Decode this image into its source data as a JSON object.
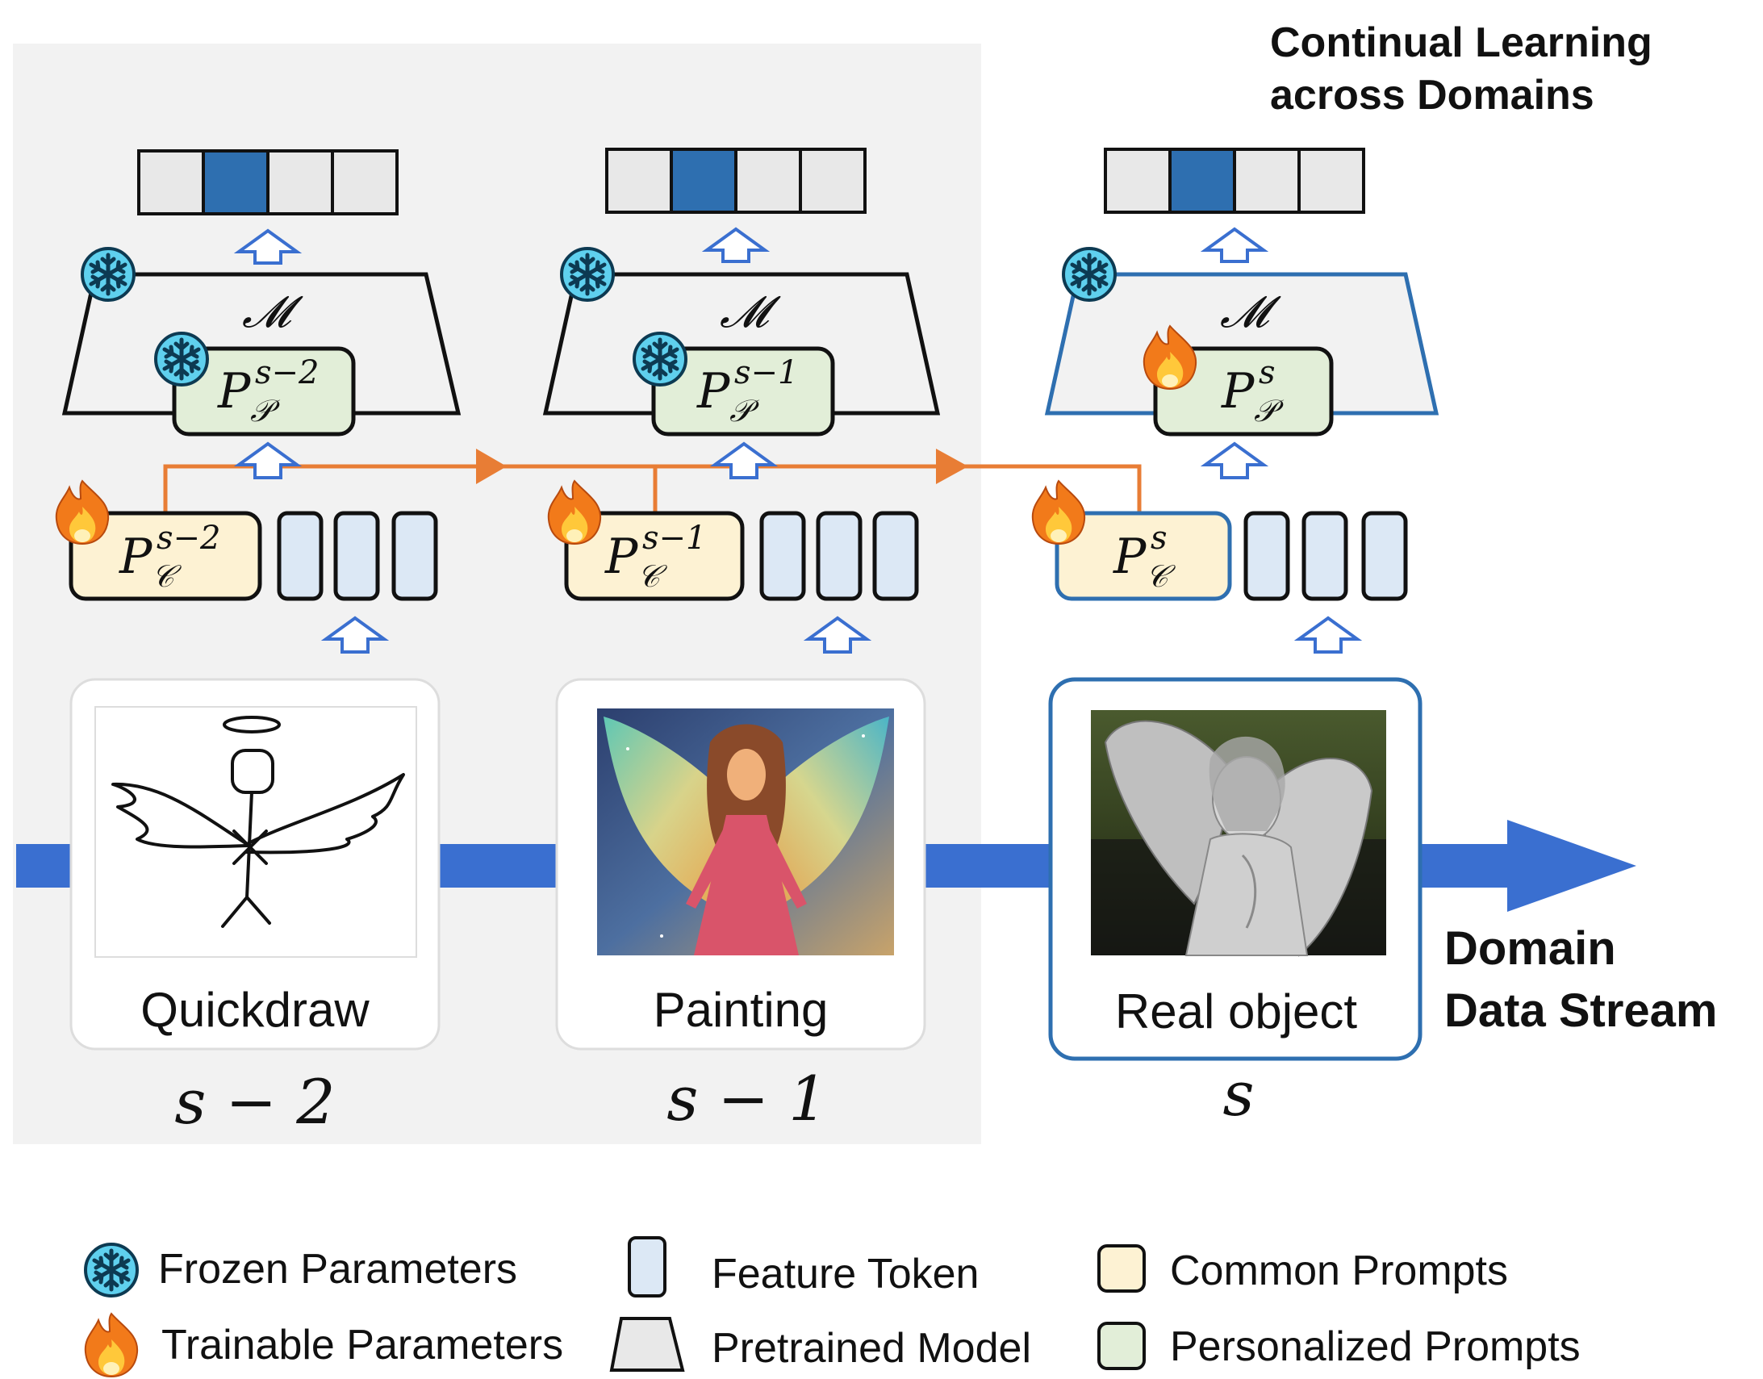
{
  "header": {
    "title_line1": "Continual Learning",
    "title_line2": "across Domains"
  },
  "stream": {
    "label_line1": "Domain",
    "label_line2": "Data Stream"
  },
  "model_symbol": "𝓜",
  "stages": [
    {
      "caption": "Quickdraw",
      "step": "s − 2",
      "common_prompt": "P",
      "common_sup": "s−2",
      "personal_prompt": "P",
      "personal_sup": "s−2",
      "personal_state": "frozen",
      "common_state": "trainable"
    },
    {
      "caption": "Painting",
      "step": "s − 1",
      "common_prompt": "P",
      "common_sup": "s−1",
      "personal_prompt": "P",
      "personal_sup": "s−1",
      "personal_state": "frozen",
      "common_state": "trainable"
    },
    {
      "caption": "Real object",
      "step": "s",
      "common_prompt": "P",
      "common_sup": "s",
      "personal_prompt": "P",
      "personal_sup": "s",
      "personal_state": "trainable",
      "common_state": "trainable"
    }
  ],
  "subscript_common": "𝒞",
  "subscript_personal": "𝒫",
  "legend": {
    "frozen": "Frozen Parameters",
    "trainable": "Trainable Parameters",
    "feature_token": "Feature Token",
    "pretrained_model": "Pretrained Model",
    "common_prompts": "Common Prompts",
    "personalized_prompts": "Personalized Prompts"
  },
  "colors": {
    "stream_blue": "#3a6fd0",
    "active_blue": "#2e6fb0",
    "arrow_orange": "#e87d35",
    "common_fill": "#fdf2d3",
    "personal_fill": "#e2eed8",
    "token_fill": "#dce8f5",
    "selected_output": "#2e6fb0",
    "past_panel": "#f2f2f2"
  },
  "icons": {
    "frozen": "snowflake-icon",
    "trainable": "flame-icon"
  }
}
